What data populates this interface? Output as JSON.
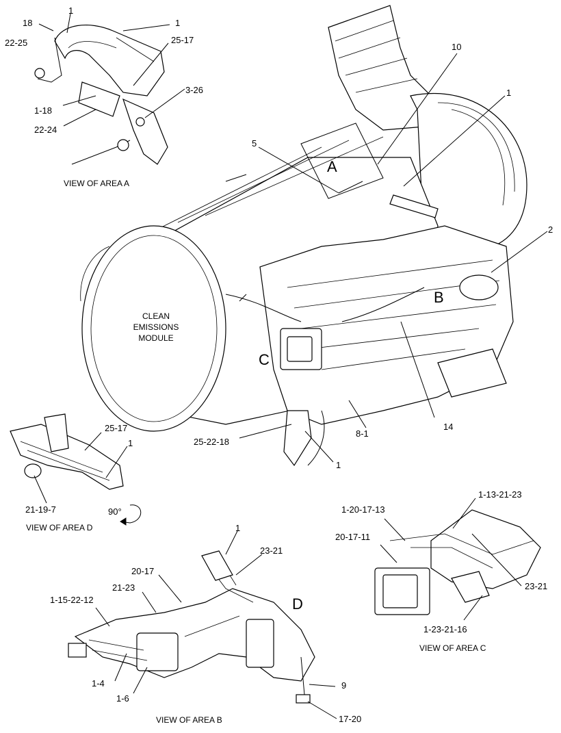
{
  "views": {
    "a": "VIEW OF AREA  A",
    "b": "VIEW OF AREA  B",
    "c": "VIEW OF AREA  C",
    "d": "VIEW OF AREA  D"
  },
  "area_letters": {
    "a": "A",
    "b": "B",
    "c": "C",
    "d": "D"
  },
  "module_label": [
    "CLEAN",
    "EMISSIONS",
    "MODULE"
  ],
  "rotation": "90°",
  "callouts": {
    "a": [
      "18",
      "1",
      "1",
      "22-25",
      "25-17",
      "3-26",
      "1-18",
      "22-24"
    ],
    "main": [
      "10",
      "1",
      "5",
      "2",
      "25-22-18",
      "8-1",
      "14",
      "1"
    ],
    "d": [
      "25-17",
      "1",
      "21-19-7"
    ],
    "c": [
      "1-13-21-23",
      "1-20-17-13",
      "20-17-11",
      "23-21",
      "1-23-21-16"
    ],
    "b": [
      "1",
      "23-21",
      "20-17",
      "21-23",
      "1-15-22-12",
      "1-4",
      "1-6",
      "9",
      "17-20"
    ]
  }
}
